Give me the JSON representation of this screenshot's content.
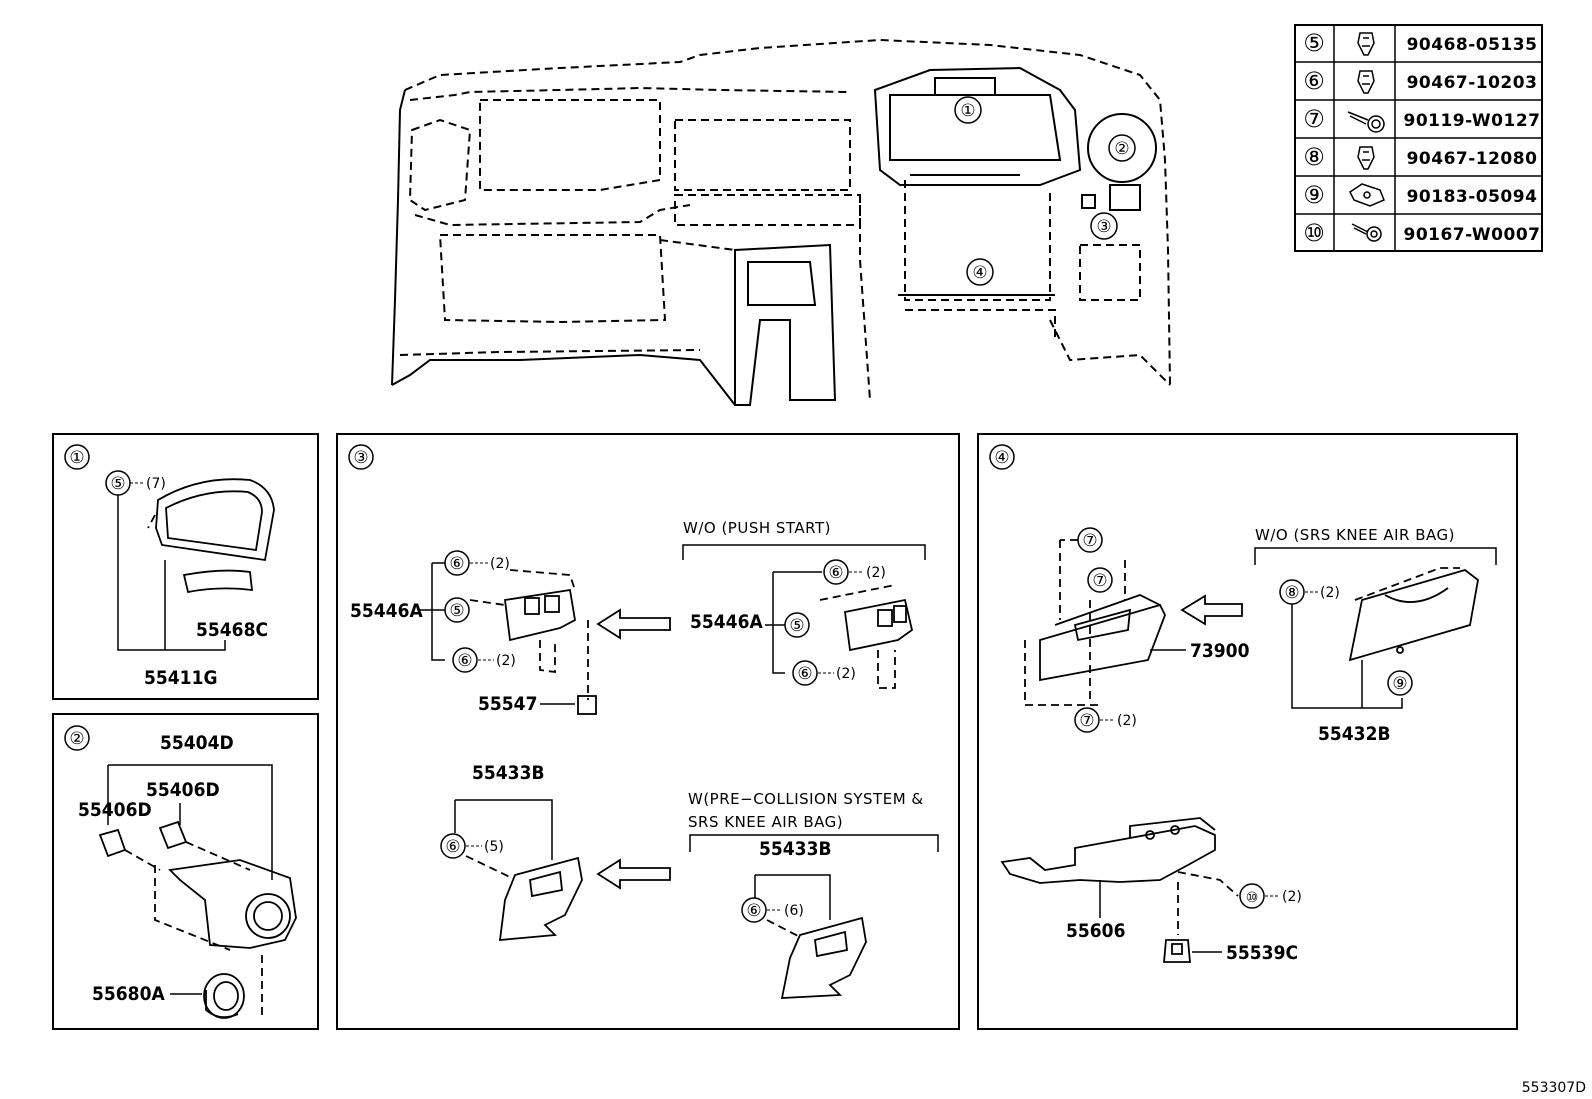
{
  "diagram_id": "553307D",
  "overview": {
    "callouts": [
      "①",
      "②",
      "③",
      "④"
    ]
  },
  "fastener_table": [
    {
      "ref": "⑤",
      "icon": "clip-icon",
      "part": "90468-05135"
    },
    {
      "ref": "⑥",
      "icon": "clip-icon",
      "part": "90467-10203"
    },
    {
      "ref": "⑦",
      "icon": "screw-icon",
      "part": "90119-W0127"
    },
    {
      "ref": "⑧",
      "icon": "clip-icon",
      "part": "90467-12080"
    },
    {
      "ref": "⑨",
      "icon": "nut-icon",
      "part": "90183-05094"
    },
    {
      "ref": "⑩",
      "icon": "screw-icon",
      "part": "90167-W0007"
    }
  ],
  "panels": {
    "p1": {
      "id": "①",
      "c5": "⑤",
      "q5": "(7)",
      "part_a": "55468C",
      "part_b": "55411G"
    },
    "p2": {
      "id": "②",
      "part_a": "55404D",
      "part_b": "55406D",
      "part_c": "55406D",
      "part_d": "55680A"
    },
    "p3": {
      "id": "③",
      "wo_push_start": "W/O (PUSH  START)",
      "w_pcs_line1": "W(PRE−COLLISION SYSTEM &",
      "w_pcs_line2": "SRS KNEE AIR BAG)",
      "a_part": "55446A",
      "a_c6a": "⑥",
      "a_q6a": "(2)",
      "a_c5": "⑤",
      "a_c6b": "⑥",
      "a_q6b": "(2)",
      "a_part2": "55547",
      "b_part": "55446A",
      "b_c6a": "⑥",
      "b_q6a": "(2)",
      "b_c5": "⑤",
      "b_c6b": "⑥",
      "b_q6b": "(2)",
      "c_part": "55433B",
      "c_c6": "⑥",
      "c_q6": "(5)",
      "d_part": "55433B",
      "d_c6": "⑥",
      "d_q6": "(6)"
    },
    "p4": {
      "id": "④",
      "wo_srs": "W/O (SRS  KNEE  AIR  BAG)",
      "c7a": "⑦",
      "c7b": "⑦",
      "c7c": "⑦",
      "q7c": "(2)",
      "part_a": "73900",
      "c8": "⑧",
      "q8": "(2)",
      "c9": "⑨",
      "part_b": "55432B",
      "c10": "⑩",
      "q10": "(2)",
      "part_c": "55606",
      "part_d": "55539C"
    }
  }
}
